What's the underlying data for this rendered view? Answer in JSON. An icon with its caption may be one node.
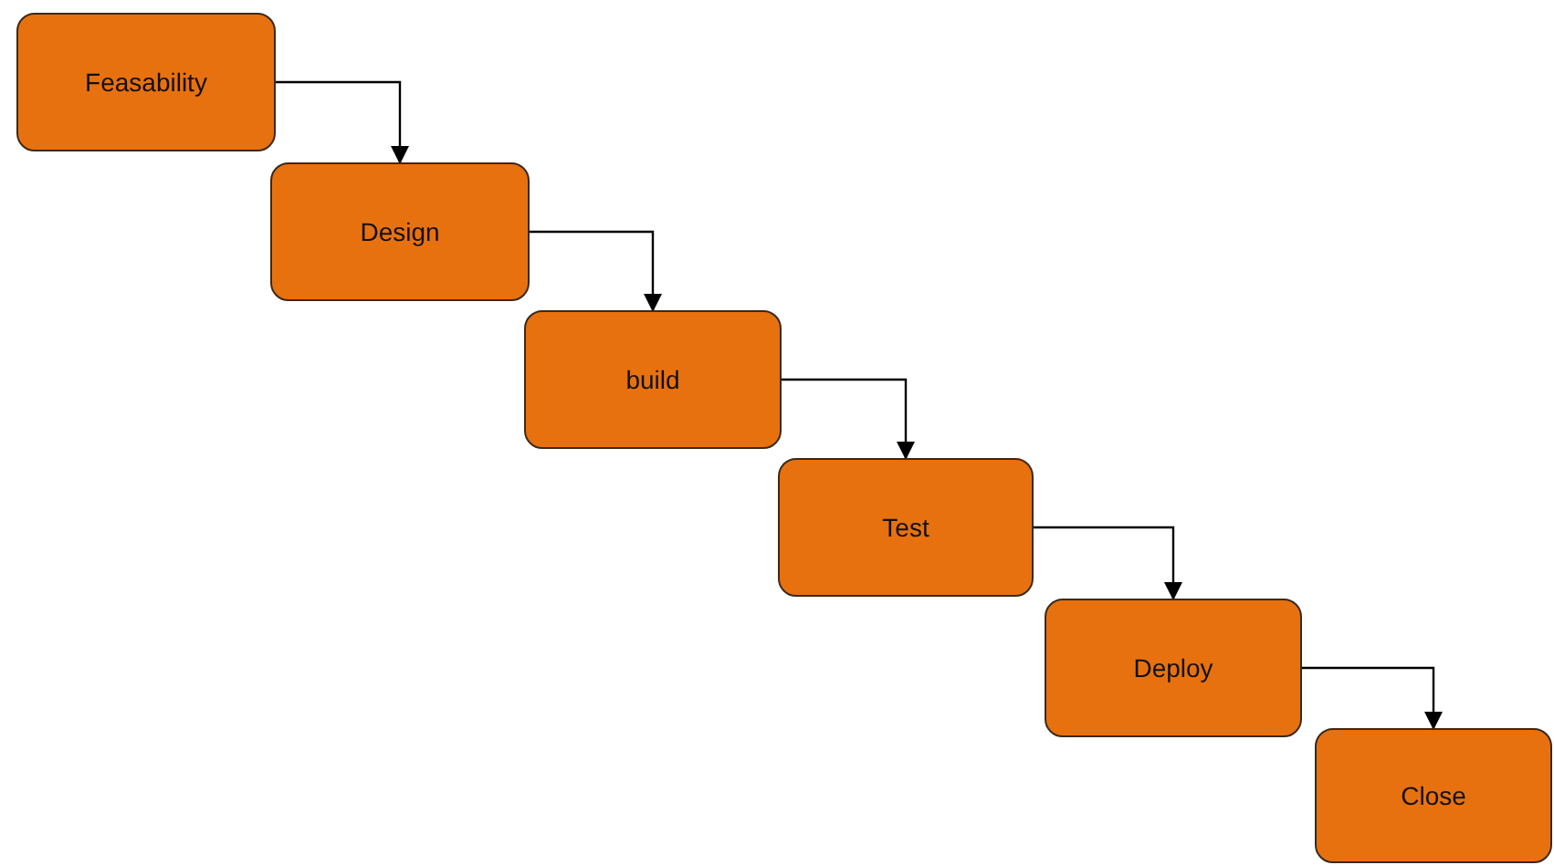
{
  "diagram": {
    "nodes": [
      {
        "text": [
          "Feasability"
        ]
      },
      {
        "text": [
          "Design"
        ]
      },
      {
        "text": [
          "build"
        ]
      },
      {
        "text": [
          "Test"
        ]
      },
      {
        "text": [
          "Deploy"
        ]
      },
      {
        "text": [
          "Close"
        ]
      }
    ],
    "edges": [
      {
        "from": 0,
        "to": 1,
        "arrow": "to"
      },
      {
        "from": 1,
        "to": 2,
        "arrow": "to"
      },
      {
        "from": 2,
        "to": 3,
        "arrow": "to"
      },
      {
        "from": 3,
        "to": 4,
        "arrow": "to"
      },
      {
        "from": 4,
        "to": 5,
        "arrow": "to"
      }
    ]
  }
}
